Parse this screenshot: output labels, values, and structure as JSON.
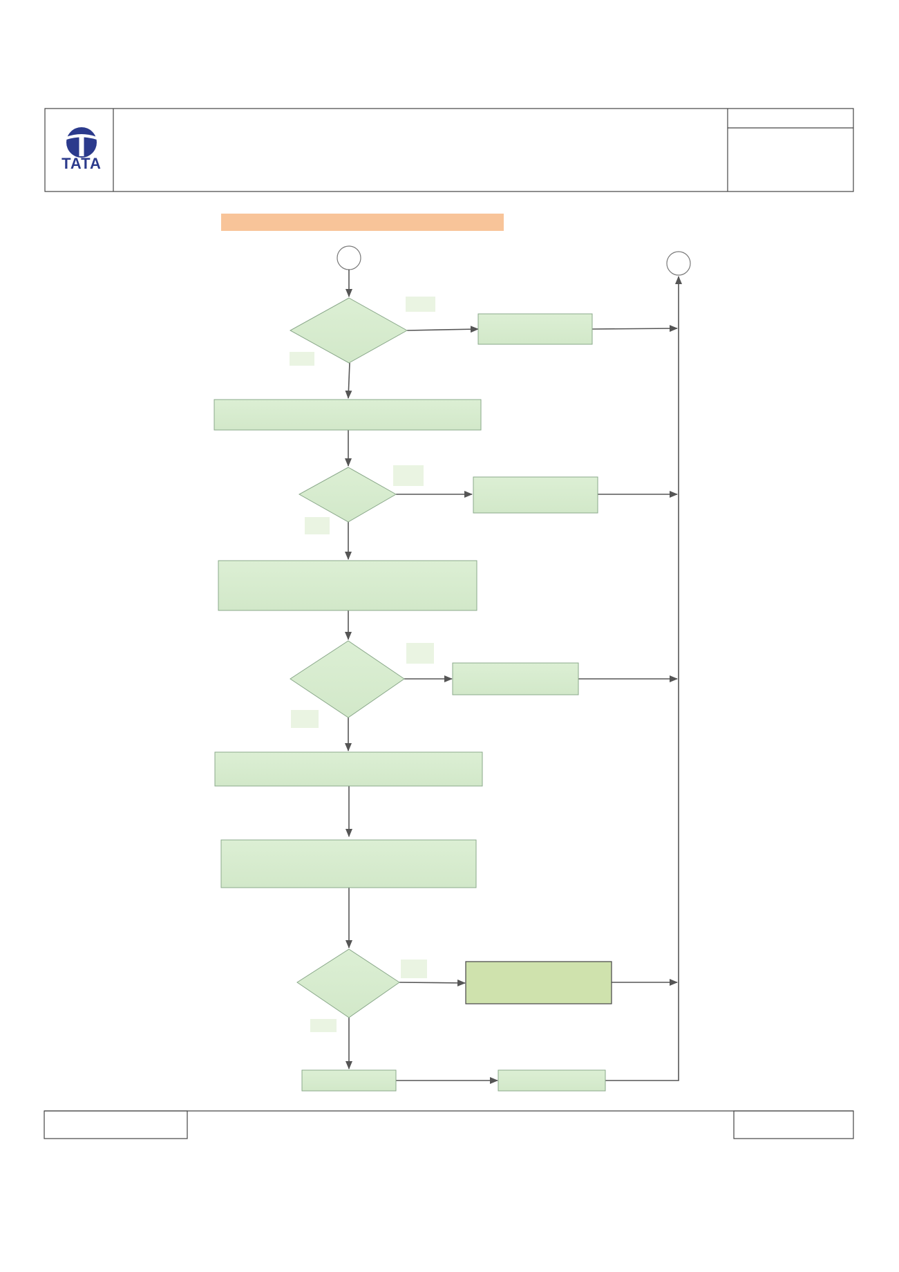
{
  "header": {
    "logo": {
      "icon": "tata-logo-icon",
      "text": "TATA",
      "color": "#2b3a8c"
    }
  },
  "title_bar": {
    "color": "#f8c499",
    "text": ""
  },
  "flowchart": {
    "shape_fill": "#d6ebce",
    "highlight_fill": "#cfe2ad",
    "label_fill": "#eaf4e2",
    "line_color": "#555555",
    "start_connector": "",
    "end_connector": "",
    "decisions": [
      {
        "id": "decision-1",
        "text": "",
        "yes_label": "",
        "no_label": ""
      },
      {
        "id": "decision-2",
        "text": "",
        "yes_label": "",
        "no_label": ""
      },
      {
        "id": "decision-3",
        "text": "",
        "yes_label": "",
        "no_label": ""
      },
      {
        "id": "decision-4",
        "text": "",
        "yes_label": "",
        "no_label": ""
      }
    ],
    "processes": [
      {
        "id": "process-1",
        "text": ""
      },
      {
        "id": "process-2",
        "text": ""
      },
      {
        "id": "process-3",
        "text": ""
      },
      {
        "id": "process-4",
        "text": ""
      },
      {
        "id": "process-5",
        "text": ""
      }
    ],
    "side_boxes": [
      {
        "id": "side-box-1",
        "text": ""
      },
      {
        "id": "side-box-2",
        "text": ""
      },
      {
        "id": "side-box-3",
        "text": ""
      },
      {
        "id": "side-box-4",
        "text": ""
      }
    ],
    "bottom_boxes": [
      {
        "id": "bottom-box-1",
        "text": ""
      },
      {
        "id": "bottom-box-2",
        "text": ""
      }
    ]
  },
  "footer": {
    "left": "",
    "middle": "",
    "right": ""
  }
}
